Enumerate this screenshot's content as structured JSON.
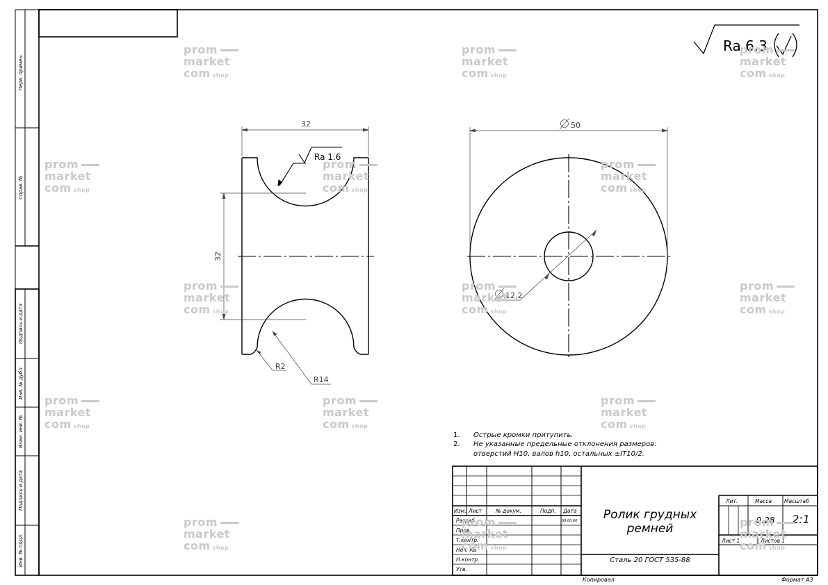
{
  "side_stamps": [
    "Перв. примен.",
    "Справ. №",
    "Подпись и дата",
    "Инв. № дубл.",
    "Взам. инв. №",
    "Подпись и дата",
    "Инв. № подл."
  ],
  "roughness": {
    "general": "Ra 6.3",
    "surface": "Ra 1.6"
  },
  "dimensions": {
    "width": "32",
    "groove_pitch": "32",
    "outer_dia": "50",
    "bore_dia": "12,2",
    "fillet_r": "R2",
    "groove_r": "R14"
  },
  "notes": [
    {
      "num": "1.",
      "text": "Острые кромки притупить."
    },
    {
      "num": "2.",
      "text": "Не указанные предельные отклонения размеров:"
    },
    {
      "num": "",
      "text": "отверстий Н10, валов h10, остальных ±IT10/2."
    }
  ],
  "title_block": {
    "headers": {
      "izm": "Изм.",
      "list": "Лист",
      "doc": "№ докум.",
      "sign": "Подп.",
      "date": "Дата"
    },
    "roles": [
      "Разраб.",
      "Пров.",
      "Т.контр.",
      "Нач. КБ",
      "Н.контр.",
      "Утв."
    ],
    "date_small": "00.00.00",
    "name_line1": "Ролик грудных",
    "name_line2": "ремней",
    "lit_label": "Лит.",
    "mass_label": "Масса",
    "scale_label": "Масштаб",
    "mass": "0.28",
    "scale": "2:1",
    "sheet": "Лист 1",
    "sheets": "Листов 1",
    "material": "Сталь 20 ГОСТ 535-88",
    "copied": "Копировал",
    "format": "Формат А3"
  },
  "watermark": {
    "line1": "prom",
    "line2": "market",
    "line3": "com",
    "tag": "shop"
  }
}
